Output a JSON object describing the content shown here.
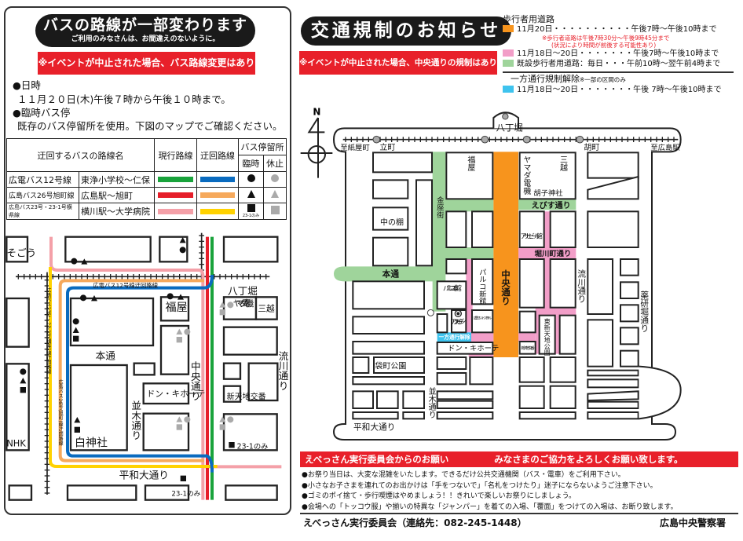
{
  "bus_notice": {
    "title": "バスの路線が一部変わります",
    "subtitle": "ご利用のみなさんは、お間違えのないように。",
    "cancel_note": "※イベントが中止された場合、バス路線変更はありません。",
    "date_heading": "●日時",
    "date_text": "１１月２０日(木)午後７時から午後１０時まで。",
    "stop_heading": "●臨時バス停",
    "stop_text": "既存のバス停留所を使用。下図のマップでご確認ください。",
    "table": {
      "headers": {
        "route_name": "迂回するバスの路線名",
        "current": "現行路線",
        "detour": "迂回路線",
        "stops": "バス停留所",
        "temporary": "臨時",
        "suspended": "休止"
      },
      "rows": [
        {
          "line": "広電バス12号線",
          "section": "東浄小学校～仁保",
          "current_color": "#1aa33c",
          "detour_color": "#0a6bbf",
          "symbol": "circle"
        },
        {
          "line": "広島バス26号旭町線",
          "section": "広島駅～旭町",
          "current_color": "#e61e2a",
          "detour_color": "#f6a95c",
          "symbol": "triangle"
        },
        {
          "line": "広島バス23号・23-1号横県線",
          "section": "横川駅～大学病院",
          "current_color": "#f4a0a8",
          "detour_color": "#ffd200",
          "symbol": "square",
          "symbol_note": "23-1のみ"
        }
      ]
    },
    "map": {
      "sogo": "そごう",
      "hondori": "本通",
      "fukuya": "福屋",
      "hatchobori": "八丁堀",
      "yamada": "ヤマダ電機",
      "mitsukoshi": "三越",
      "chuo": "中央通り",
      "nagarekawa": "流川通り",
      "donki": "ドン・キホーテ",
      "namiki": "並木通り",
      "shinten": "新天地交番",
      "nhk": "NHK",
      "shirakami": "白神社",
      "heiwa": "平和大通り",
      "only231a": "23-1のみ",
      "only231b": "23-1のみ",
      "route12_label": "広電バス12号線迂回路線",
      "route23_label": "広島バス23号・23-1号(横県)線迂回路線",
      "route26_label": "広島バス26号(旭町)線迂回路線"
    }
  },
  "traffic_notice": {
    "title": "交通規制のお知らせ",
    "cancel_note": "※イベントが中止された場合、中央通りの規制はありません。",
    "legend": {
      "pedestrian_heading": "歩行者用道路",
      "items": [
        {
          "color": "#f7941d",
          "text": "11月20日・・・・・・・・・・午後7時～午後10時まで"
        },
        {
          "color": "#f29ec8",
          "text": "11月18日～20日・・・・・・・午後7時～午後10時まで"
        },
        {
          "color": "#9fd49b",
          "text": "既設歩行者用道路：毎日・・・午前10時～翌午前4時まで"
        }
      ],
      "note1": "※歩行者道路は午後7時30分～午後9時45分まで",
      "note2": "(状況により時間が前後する可能性あり)",
      "oneway_heading": "一方通行規制解除",
      "oneway_note": "※一部の区間のみ",
      "oneway_item": {
        "color": "#3ec3ee",
        "text": "11月18日～20日・・・・・・・午後 7時～午後10時まで"
      }
    },
    "map": {
      "north": "N",
      "hatchobori": "八丁堀",
      "to_kamiyacho": "至紙屋町",
      "tatemachi": "立町",
      "ebisucho": "胡町",
      "to_station": "至広島駅",
      "fukuya": "福屋",
      "yamada": "ヤマダ電機",
      "mitsukoshi": "三越",
      "ebisu_shrine": "胡子神社",
      "ebisu_dori": "えびす通り",
      "kinzagai": "金座街",
      "nakanotana": "中の棚",
      "asahi": "アサヒビール館",
      "horikawa": "堀川町通り",
      "hondori": "本通",
      "parco_new": "パルコ新館",
      "parco_main": "パルコ本館",
      "chuo": "中央通り",
      "nagarekawa": "流川通り",
      "yagenbori": "薬研堀通り",
      "alice": "アリスガーデン",
      "washington": "広島ワシントンホテル",
      "oneway": "一方通行解除",
      "donki": "ドン・キホーテ",
      "koban": "新天地交番",
      "higashi_park": "東新天地公園",
      "fukuromachi": "袋町公園",
      "namiki": "並木通り",
      "heiwa": "平和大通り"
    }
  },
  "request": {
    "left": "えべっさん実行委員会からのお願い",
    "right": "みなさまのご協力をよろしくお願い致します。",
    "bullets": [
      "●お祭り当日は、大変な混雑をいたします。できるだけ公共交通機関（バス・電車）をご利用下さい。",
      "●小さなお子さまを連れてのお出かけは「手をつないで」「名札をつけたり」迷子にならないようご注意下さい。",
      "●ゴミのポイ捨て・歩行喫煙はやめましょう！！きれいで楽しいお祭りにしましょう。",
      "●会場への「トッコウ服」や揃いの特異な「ジャンパー」を着ての入場、「覆面」をつけての入場は、お断り致します。"
    ]
  },
  "footer": {
    "organizer": "えべっさん実行委員会（連絡先：082-245-1448）",
    "police": "広島中央警察署"
  }
}
